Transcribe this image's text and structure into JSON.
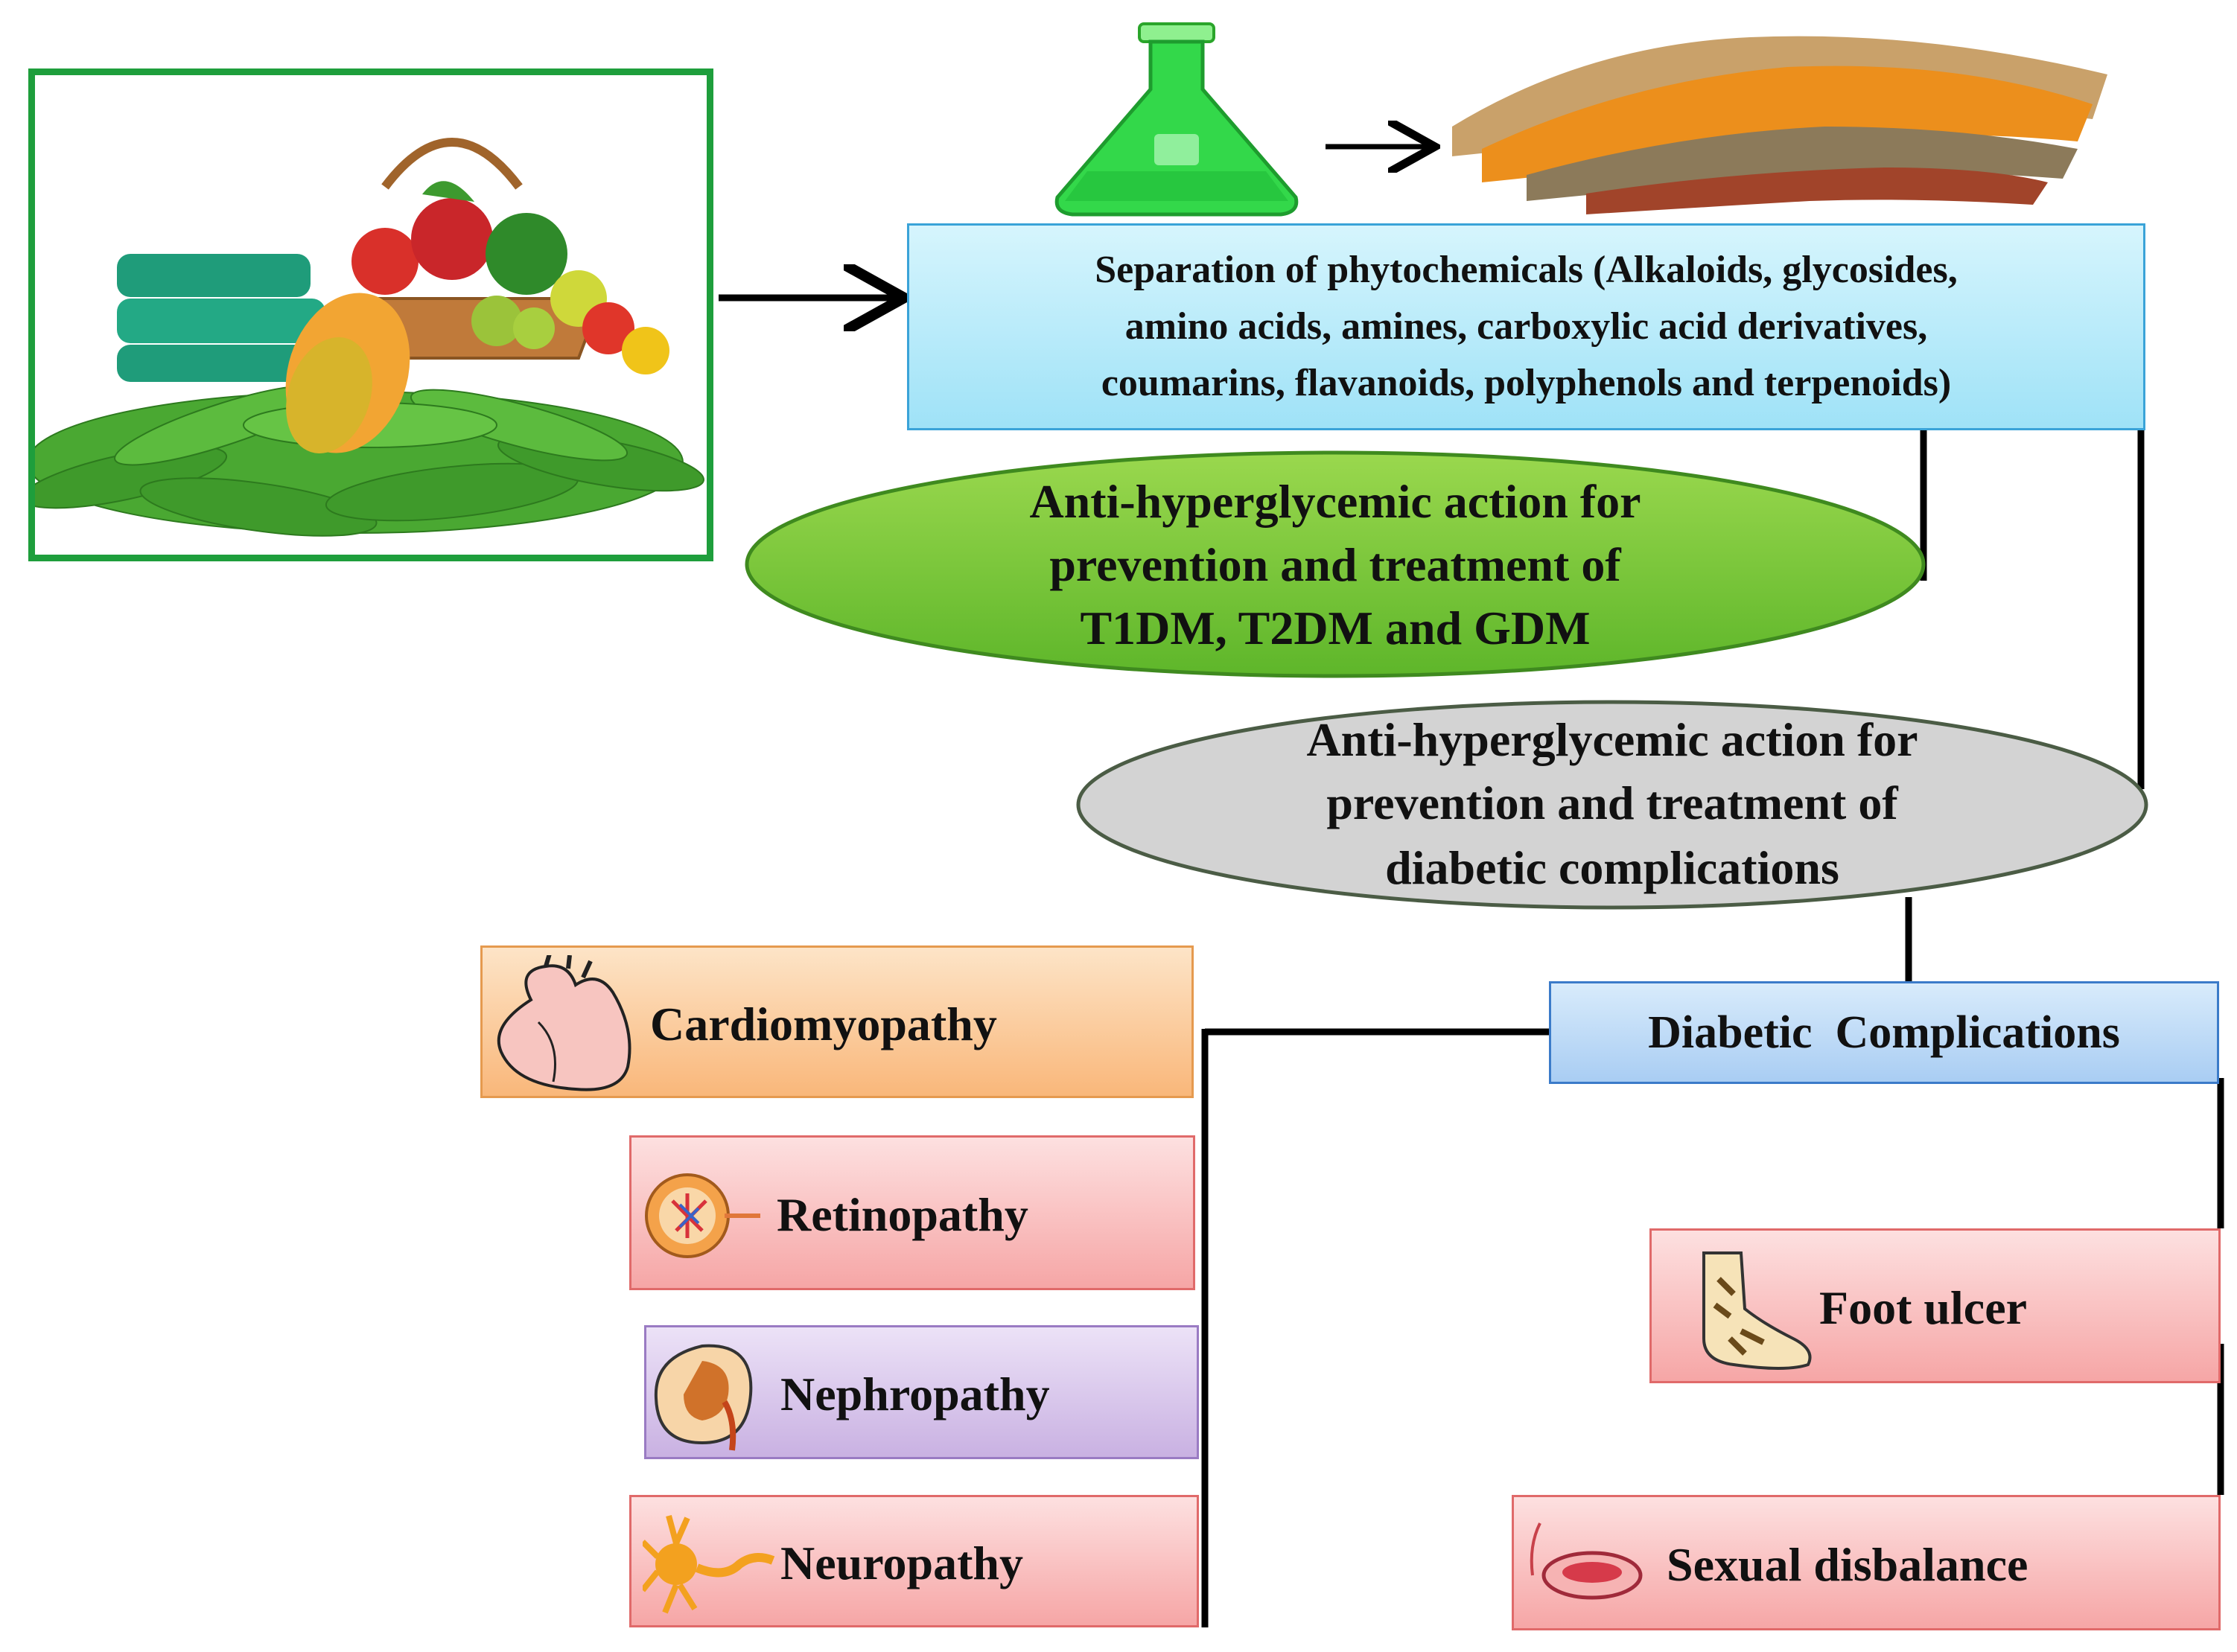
{
  "sources": {
    "images": [
      "fruit-vegetable-basket",
      "green-leaves",
      "conical-flask",
      "herbal-powders"
    ]
  },
  "separation": {
    "lines": [
      "Separation of phytochemicals  (Alkaloids, glycosides,",
      "amino acids, amines, carboxylic acid derivatives,",
      "coumarins, flavanoids, polyphenols and terpenoids)"
    ]
  },
  "green_ellipse": {
    "lines": [
      "Anti-hyperglycemic  action for",
      "prevention  and treatment  of",
      "T1DM,  T2DM and  GDM"
    ]
  },
  "grey_ellipse": {
    "lines": [
      "Anti-hyperglycemic  action for",
      "prevention  and treatment of",
      "diabetic  complications"
    ]
  },
  "complications": {
    "title": "Diabetic  Complications",
    "items": [
      {
        "label": "Cardiomyopathy",
        "icon": "heart-icon",
        "color": "#fbc28e"
      },
      {
        "label": "Retinopathy",
        "icon": "eye-icon",
        "color": "#f6b3b3"
      },
      {
        "label": "Nephropathy",
        "icon": "kidney-icon",
        "color": "#cdb6e4"
      },
      {
        "label": "Neuropathy",
        "icon": "neuron-icon",
        "color": "#f6b3b3"
      },
      {
        "label": "Foot ulcer",
        "icon": "foot-icon",
        "color": "#f6b3b3"
      },
      {
        "label": "Sexual disbalance",
        "icon": "reproductive-organ-icon",
        "color": "#f6b3b3"
      }
    ]
  },
  "colors": {
    "source_frame": "#1e9e3c",
    "separation_box": "#b9ecfb",
    "green_ellipse": "#7ccb3a",
    "grey_ellipse": "#d3d3d3",
    "complications_box": "#b9d9f7",
    "connector": "#000000"
  }
}
